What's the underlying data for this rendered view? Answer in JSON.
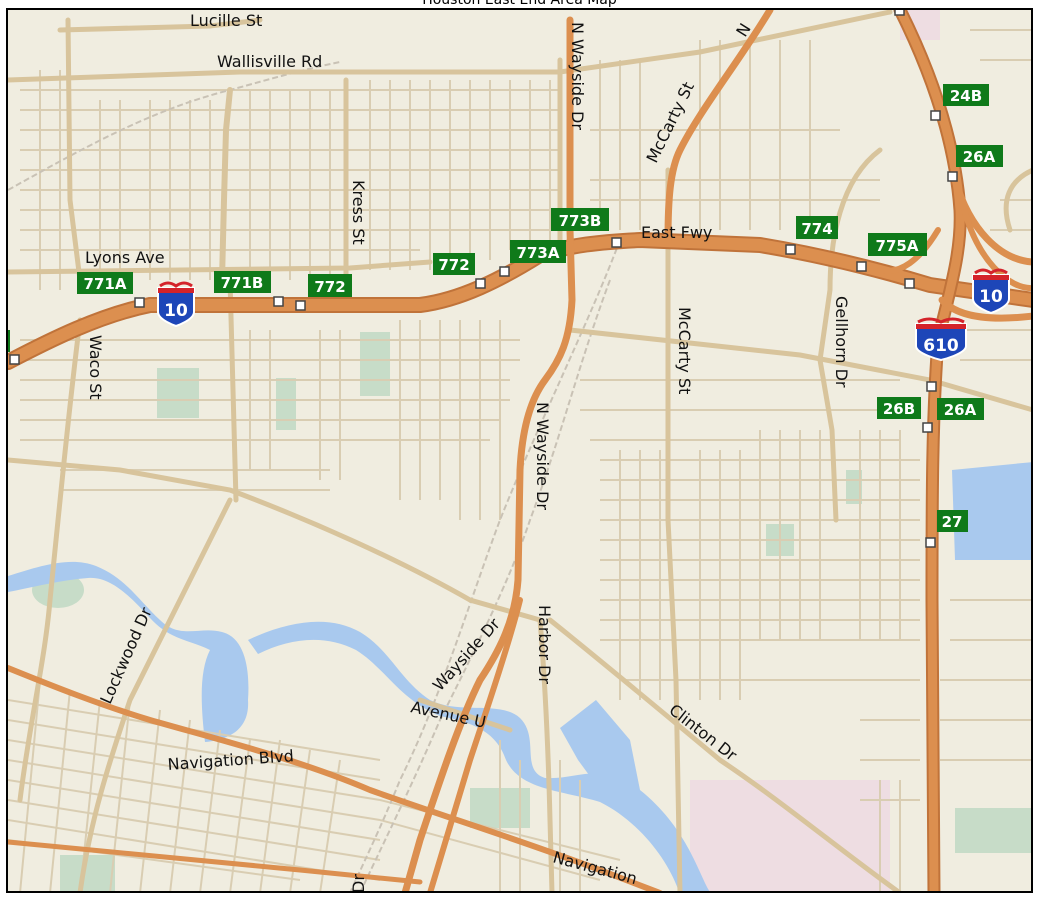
{
  "page": {
    "title": "Houston East End Area Map"
  },
  "colors": {
    "land": "#f0ede0",
    "minor_road": "#d9cdb2",
    "major_road": "#d8c49c",
    "highway": "#dc8f4f",
    "highway_casing": "#c0733a",
    "water": "#a9c9ee",
    "park": "#c7dcc8",
    "industrial": "#eedde2",
    "railroad": "#c9c2b5",
    "exit_sign": "#0f7a1a",
    "interstate_blue": "#1d46b8",
    "interstate_red": "#d4232a"
  },
  "map": {
    "street_labels": [
      {
        "id": "lucille-st",
        "text": "Lucille St"
      },
      {
        "id": "wallisville-rd",
        "text": "Wallisville Rd"
      },
      {
        "id": "n-wayside-dr-north",
        "text": "N Wayside Dr"
      },
      {
        "id": "n-wayside-corner",
        "text": "N"
      },
      {
        "id": "mccarty-st-north",
        "text": "McCarty St"
      },
      {
        "id": "kress-st",
        "text": "Kress St"
      },
      {
        "id": "lyons-ave",
        "text": "Lyons Ave"
      },
      {
        "id": "east-fwy",
        "text": "East Fwy"
      },
      {
        "id": "waco-st",
        "text": "Waco St"
      },
      {
        "id": "mccarty-st-south",
        "text": "McCarty St"
      },
      {
        "id": "gellhorn-dr",
        "text": "Gellhorn Dr"
      },
      {
        "id": "n-wayside-dr-south",
        "text": "N Wayside Dr"
      },
      {
        "id": "lockwood-dr",
        "text": "Lockwood Dr"
      },
      {
        "id": "wayside-dr",
        "text": "Wayside Dr"
      },
      {
        "id": "harbor-dr",
        "text": "Harbor Dr"
      },
      {
        "id": "avenue-u",
        "text": "Avenue U"
      },
      {
        "id": "clinton-dr",
        "text": "Clinton Dr"
      },
      {
        "id": "navigation-blvd",
        "text": "Navigation Blvd"
      },
      {
        "id": "navigation-bottom",
        "text": "Navigation"
      },
      {
        "id": "dr-bottom",
        "text": "Dr"
      }
    ],
    "exit_signs": [
      {
        "id": "exit-771a",
        "text": "771A"
      },
      {
        "id": "exit-771b",
        "text": "771B"
      },
      {
        "id": "exit-772-west",
        "text": "772"
      },
      {
        "id": "exit-772-east",
        "text": "772"
      },
      {
        "id": "exit-773a",
        "text": "773A"
      },
      {
        "id": "exit-773b",
        "text": "773B"
      },
      {
        "id": "exit-774",
        "text": "774"
      },
      {
        "id": "exit-775a",
        "text": "775A"
      },
      {
        "id": "exit-24b",
        "text": "24B"
      },
      {
        "id": "exit-26a-north",
        "text": "26A"
      },
      {
        "id": "exit-26b",
        "text": "26B"
      },
      {
        "id": "exit-26a-south",
        "text": "26A"
      },
      {
        "id": "exit-27",
        "text": "27"
      }
    ],
    "shields": [
      {
        "id": "i10-west",
        "text": "10"
      },
      {
        "id": "i10-east",
        "text": "10"
      },
      {
        "id": "i610",
        "text": "610"
      }
    ]
  }
}
